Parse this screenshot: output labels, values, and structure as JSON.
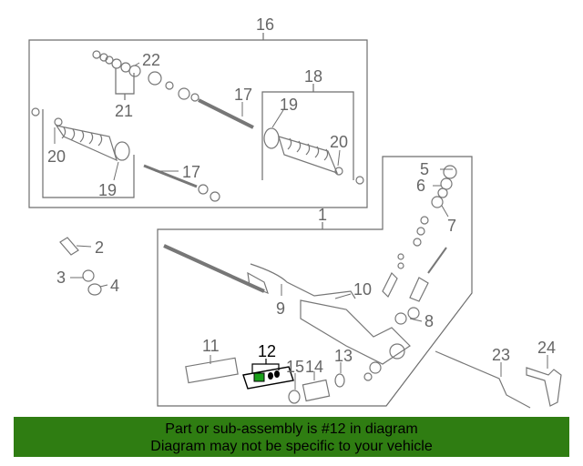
{
  "diagram": {
    "callouts": {
      "c1": "1",
      "c2": "2",
      "c3": "3",
      "c4": "4",
      "c5": "5",
      "c6": "6",
      "c7": "7",
      "c8": "8",
      "c9": "9",
      "c10": "10",
      "c11": "11",
      "c12": "12",
      "c13": "13",
      "c14": "14",
      "c15": "15",
      "c16": "16",
      "c17a": "17",
      "c17b": "17",
      "c18": "18",
      "c19a": "19",
      "c19b": "19",
      "c20a": "20",
      "c20b": "20",
      "c21": "21",
      "c22": "22",
      "c23": "23",
      "c24": "24"
    },
    "highlighted_part": "12"
  },
  "banner": {
    "line1": "Part or sub-assembly is #12 in diagram",
    "line2": "Diagram may not be specific to your vehicle",
    "color": "#2f7d12"
  },
  "colors": {
    "line": "#6e6e6e",
    "text": "#666666",
    "highlight": "#000000"
  }
}
